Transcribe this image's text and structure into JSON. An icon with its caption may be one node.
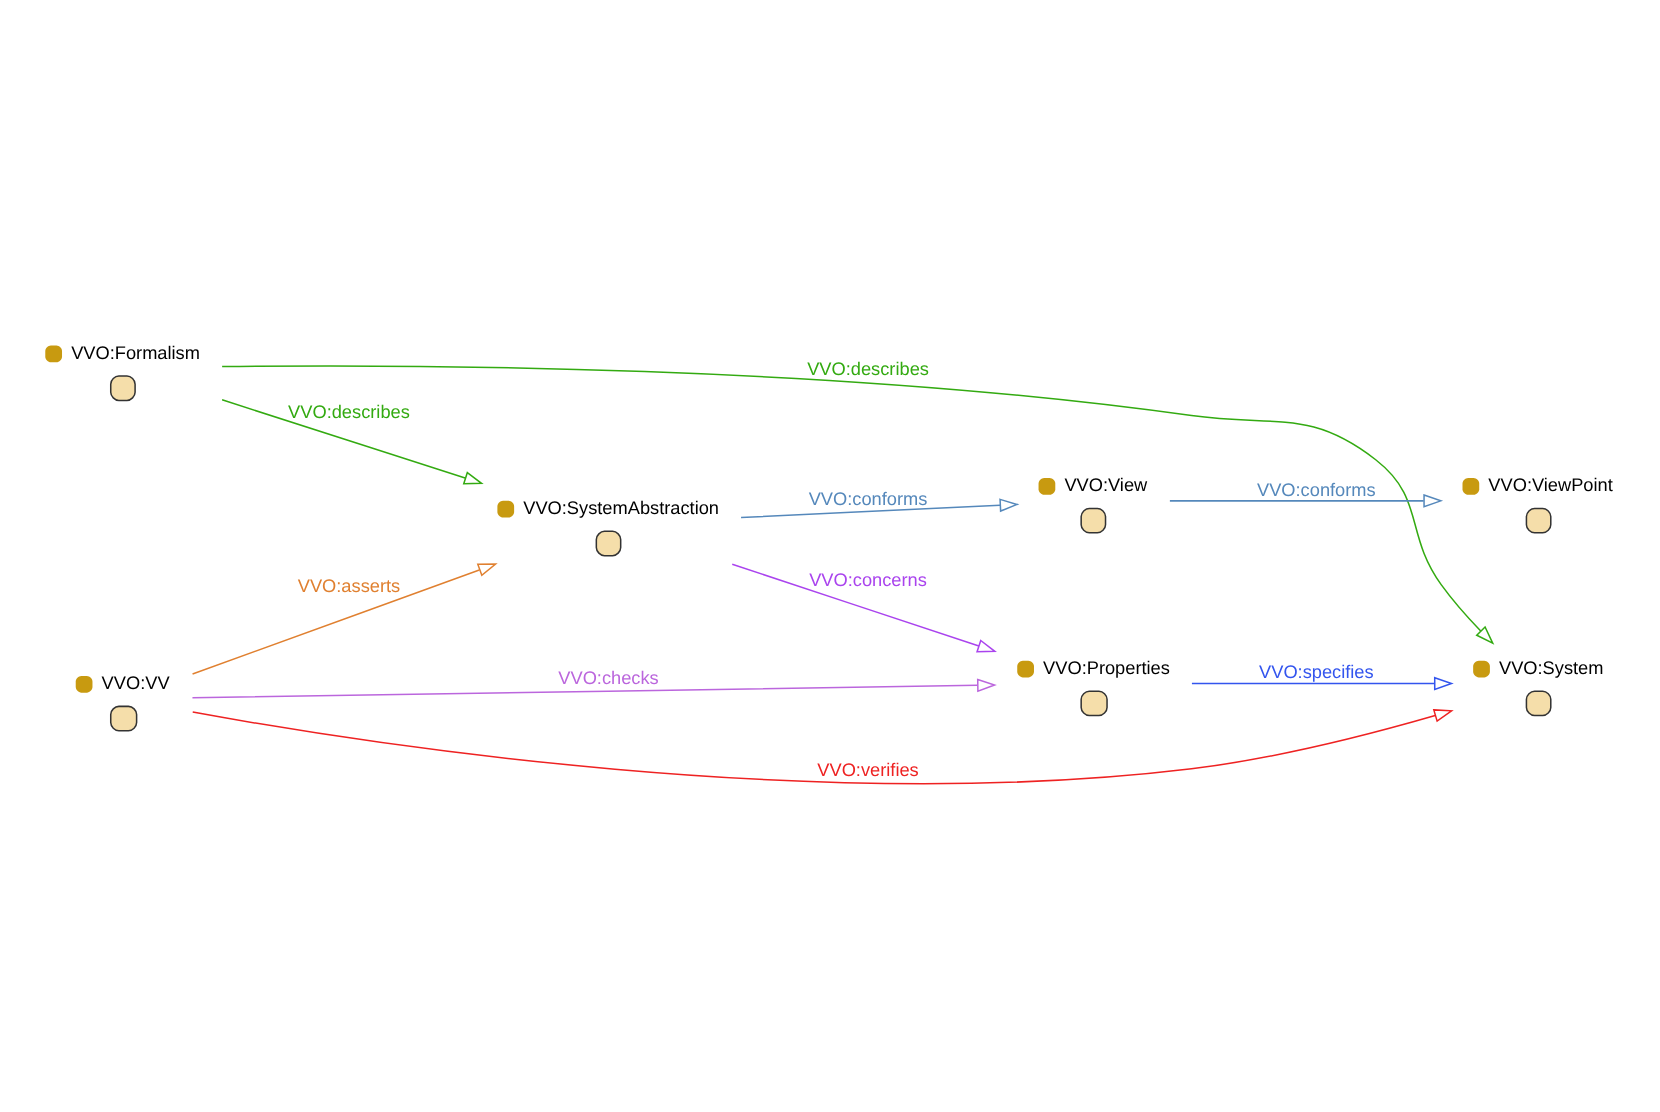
{
  "diagram": {
    "nodes": [
      {
        "text": [
          "VVO:Formalism"
        ]
      },
      {
        "text": [
          "VVO:System"
        ]
      },
      {
        "text": [
          "VVO:Properties"
        ]
      },
      {
        "text": [
          "VVO:VV"
        ]
      },
      {
        "text": [
          "VVO:SystemAbstraction"
        ]
      },
      {
        "text": [
          "VVO:View"
        ]
      },
      {
        "text": [
          "VVO:ViewPoint"
        ]
      }
    ],
    "edges": [
      {
        "from": 0,
        "to": 1,
        "arrow": "to",
        "label": "VVO:describes",
        "color": "#33aa11"
      },
      {
        "from": 2,
        "to": 1,
        "arrow": "to",
        "label": "VVO:specifies",
        "color": "#3355ee"
      },
      {
        "from": 3,
        "to": 1,
        "arrow": "to",
        "label": "VVO:verifies",
        "color": "#ee2222"
      },
      {
        "from": 3,
        "to": 2,
        "arrow": "to",
        "label": "VVO:checks",
        "color": "#bb66dd"
      },
      {
        "from": 0,
        "to": 4,
        "arrow": "to",
        "label": "VVO:describes",
        "color": "#33aa11"
      },
      {
        "from": 4,
        "to": 2,
        "arrow": "to",
        "label": "VVO:concerns",
        "color": "#aa44ee"
      },
      {
        "from": 3,
        "to": 4,
        "arrow": "to",
        "label": "VVO:asserts",
        "color": "#e08030"
      },
      {
        "from": 4,
        "to": 5,
        "arrow": "to",
        "label": "VVO:conforms",
        "color": "#5588bb"
      },
      {
        "from": 5,
        "to": 6,
        "arrow": "to",
        "label": "VVO:conforms",
        "color": "#5588bb"
      }
    ]
  }
}
